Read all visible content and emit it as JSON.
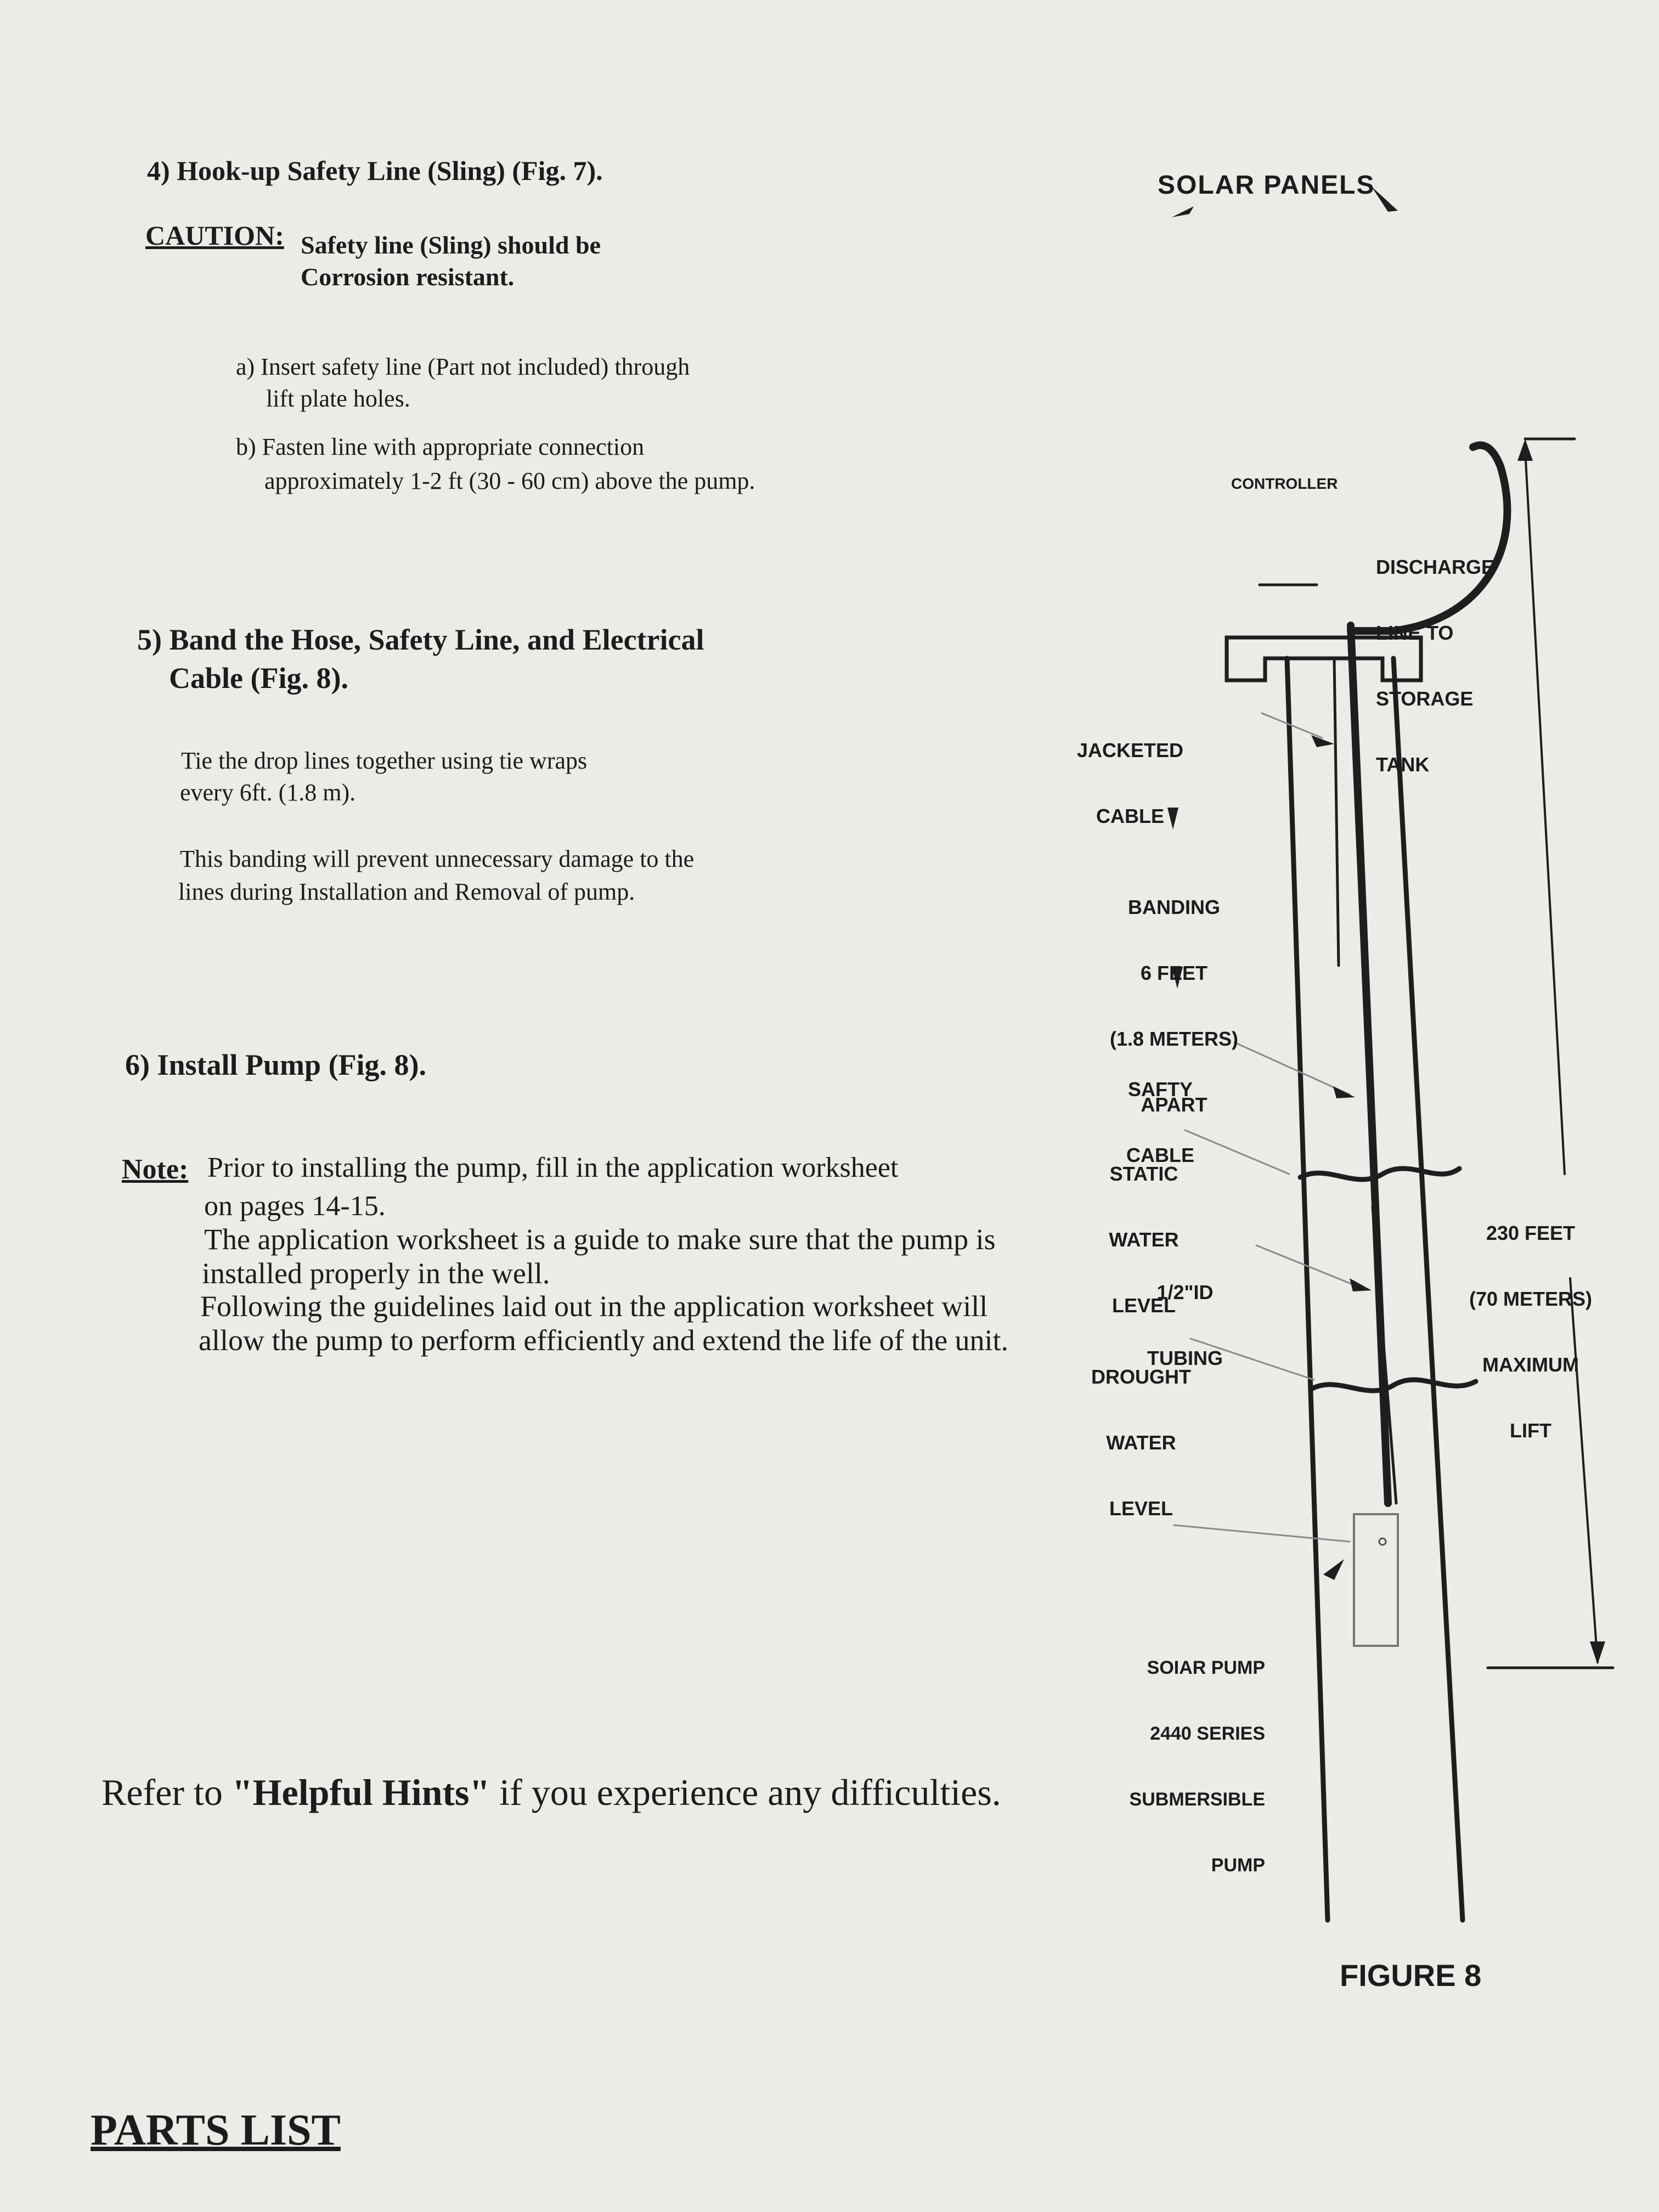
{
  "steps": {
    "step4": {
      "heading": "4) Hook-up Safety Line (Sling) (Fig. 7).",
      "caution_label": "CAUTION:",
      "caution_line1": "Safety line (Sling) should be",
      "caution_line2": "Corrosion resistant.",
      "a_line1": "a) Insert safety line (Part not included) through",
      "a_line2": "lift plate holes.",
      "b_line1": "b) Fasten line with appropriate connection",
      "b_line2": "approximately 1-2 ft (30 - 60 cm) above the pump."
    },
    "step5": {
      "heading_line1": "5) Band the Hose, Safety Line, and Electrical",
      "heading_line2": "Cable (Fig. 8).",
      "p1_line1": "Tie the drop lines together using tie wraps",
      "p1_line2": "every 6ft. (1.8 m).",
      "p2_line1": "This banding will prevent unnecessary damage to the",
      "p2_line2": "lines during Installation and Removal of pump."
    },
    "step6": {
      "heading": "6) Install Pump (Fig. 8).",
      "note_label": "Note:",
      "note_line1": "Prior to installing the pump, fill in the application worksheet",
      "note_line2": "on pages 14-15.",
      "note_line3": "The application worksheet is a guide to make sure that the pump is",
      "note_line4": "installed properly in the well.",
      "note_line5": "Following the guidelines laid out in the application worksheet will",
      "note_line6": "allow the pump to perform efficiently and extend the life of the unit."
    }
  },
  "hint": {
    "prefix": "Refer to ",
    "bold": "\"Helpful Hints\"",
    "suffix": " if you experience any difficulties."
  },
  "parts_list_heading": "PARTS LIST",
  "figure": {
    "caption": "FIGURE 8",
    "labels": {
      "solar_panels": "SOLAR PANELS",
      "controller": "CONTROLLER",
      "discharge": [
        "DISCHARGE",
        "LINE TO",
        "STORAGE",
        "TANK"
      ],
      "jacketed_cable": [
        "JACKETED",
        "CABLE"
      ],
      "banding": [
        "BANDING",
        "6 FEET",
        "(1.8 METERS)",
        "APART"
      ],
      "safty_cable": [
        "SAFTY",
        "CABLE"
      ],
      "static_water": [
        "STATIC",
        "WATER",
        "LEVEL"
      ],
      "tubing": [
        "1/2\"ID",
        "TUBING"
      ],
      "drought_water": [
        "DROUGHT",
        "WATER",
        "LEVEL"
      ],
      "max_lift": [
        "230 FEET",
        "(70 METERS)",
        "MAXIMUM",
        "LIFT"
      ],
      "pump": [
        "SOIAR PUMP",
        "2440 SERIES",
        "SUBMERSIBLE",
        "PUMP"
      ]
    }
  }
}
